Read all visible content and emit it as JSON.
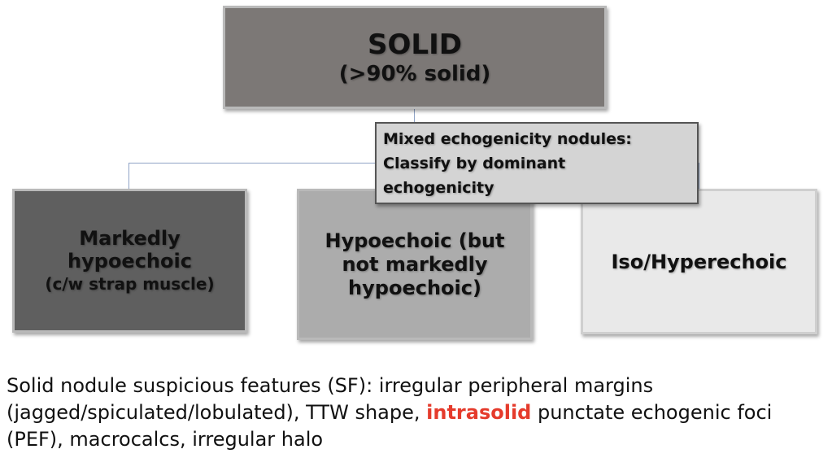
{
  "top_box": {
    "title": "SOLID",
    "subtitle": "(>90% solid)"
  },
  "callout": {
    "lines": [
      "Mixed echogenicity nodules:",
      "Classify by dominant",
      "echogenicity"
    ]
  },
  "children": [
    {
      "lines": [
        "Markedly",
        "hypoechoic"
      ],
      "sub": "(c/w strap muscle)"
    },
    {
      "lines": [
        "Hypoechoic (but",
        "not markedly",
        "hypoechoic)"
      ]
    },
    {
      "lines": [
        "Iso/Hyperechoic"
      ]
    }
  ],
  "notes": {
    "before": "Solid nodule suspicious features (SF): irregular peripheral margins (jagged/spiculated/lobulated), TTW shape, ",
    "highlight": "intrasolid",
    "after": " punctate echogenic foci (PEF), macrocalcs, irregular halo"
  },
  "colors": {
    "highlight": "#e53b2c",
    "connector": "#8fa3c6"
  }
}
